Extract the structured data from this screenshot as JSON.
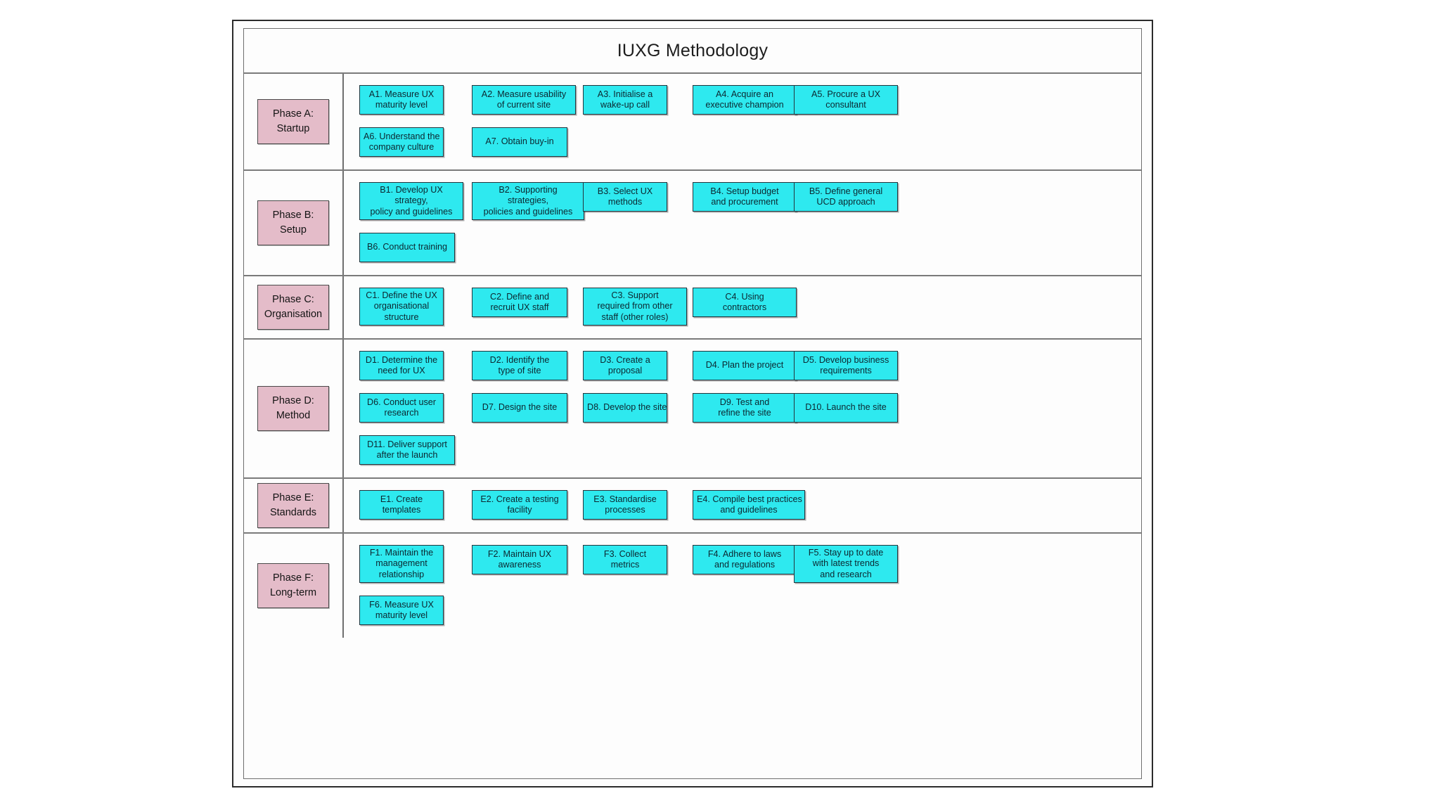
{
  "diagram": {
    "title": "IUXG Methodology",
    "colors": {
      "task_fill": "#2ee9ef",
      "phase_fill": "#e4bcc9",
      "border": "#24343c",
      "frame": "#2b2b2b",
      "page_background": "#ffffff"
    },
    "phases": [
      {
        "id": "A",
        "label_lines": [
          "Phase A:",
          "Startup"
        ],
        "rows": [
          [
            {
              "id": "A1",
              "lines": [
                "A1. Measure UX",
                "maturity level"
              ]
            },
            {
              "id": "A2",
              "lines": [
                "A2. Measure usability",
                "of current site"
              ]
            },
            {
              "id": "A3",
              "lines": [
                "A3. Initialise a",
                "wake-up call"
              ]
            },
            {
              "id": "A4",
              "lines": [
                "A4. Acquire an",
                "executive champion"
              ]
            },
            {
              "id": "A5",
              "lines": [
                "A5. Procure a UX",
                "consultant"
              ]
            }
          ],
          [
            {
              "id": "A6",
              "lines": [
                "A6. Understand the",
                "company culture"
              ]
            },
            {
              "id": "A7",
              "lines": [
                "A7. Obtain buy-in"
              ]
            }
          ]
        ]
      },
      {
        "id": "B",
        "label_lines": [
          "Phase B:",
          "Setup"
        ],
        "rows": [
          [
            {
              "id": "B1",
              "lines": [
                "B1. Develop UX",
                "strategy,",
                "policy and guidelines"
              ]
            },
            {
              "id": "B2",
              "lines": [
                "B2. Supporting",
                "strategies,",
                "policies and guidelines"
              ]
            },
            {
              "id": "B3",
              "lines": [
                "B3. Select UX",
                "methods"
              ]
            },
            {
              "id": "B4",
              "lines": [
                "B4. Setup budget",
                "and procurement"
              ]
            },
            {
              "id": "B5",
              "lines": [
                "B5. Define general",
                "UCD approach"
              ]
            }
          ],
          [
            {
              "id": "B6",
              "lines": [
                "B6. Conduct training"
              ]
            }
          ]
        ]
      },
      {
        "id": "C",
        "label_lines": [
          "Phase C:",
          "Organisation"
        ],
        "rows": [
          [
            {
              "id": "C1",
              "lines": [
                "C1. Define the UX",
                "organisational",
                "structure"
              ]
            },
            {
              "id": "C2",
              "lines": [
                "C2. Define and",
                "recruit UX staff"
              ]
            },
            {
              "id": "C3",
              "lines": [
                "C3. Support",
                "required from other",
                "staff (other roles)"
              ]
            },
            {
              "id": "C4",
              "lines": [
                "C4. Using",
                "contractors"
              ]
            }
          ]
        ]
      },
      {
        "id": "D",
        "label_lines": [
          "Phase D:",
          "Method"
        ],
        "rows": [
          [
            {
              "id": "D1",
              "lines": [
                "D1. Determine the",
                "need for UX"
              ]
            },
            {
              "id": "D2",
              "lines": [
                "D2. Identify the",
                "type of site"
              ]
            },
            {
              "id": "D3",
              "lines": [
                "D3. Create a",
                "proposal"
              ]
            },
            {
              "id": "D4",
              "lines": [
                "D4. Plan the project"
              ]
            },
            {
              "id": "D5",
              "lines": [
                "D5. Develop business",
                "requirements"
              ]
            }
          ],
          [
            {
              "id": "D6",
              "lines": [
                "D6. Conduct user",
                "research"
              ]
            },
            {
              "id": "D7",
              "lines": [
                "D7. Design the site"
              ]
            },
            {
              "id": "D8",
              "lines": [
                "D8. Develop the site"
              ]
            },
            {
              "id": "D9",
              "lines": [
                "D9. Test and",
                "refine the site"
              ]
            },
            {
              "id": "D10",
              "lines": [
                "D10. Launch the site"
              ]
            }
          ],
          [
            {
              "id": "D11",
              "lines": [
                "D11. Deliver support",
                "after the launch"
              ]
            }
          ]
        ]
      },
      {
        "id": "E",
        "label_lines": [
          "Phase E:",
          "Standards"
        ],
        "rows": [
          [
            {
              "id": "E1",
              "lines": [
                "E1. Create",
                "templates"
              ]
            },
            {
              "id": "E2",
              "lines": [
                "E2. Create a testing",
                "facility"
              ]
            },
            {
              "id": "E3",
              "lines": [
                "E3. Standardise",
                "processes"
              ]
            },
            {
              "id": "E4",
              "lines": [
                "E4. Compile best practices",
                "and guidelines"
              ]
            }
          ]
        ]
      },
      {
        "id": "F",
        "label_lines": [
          "Phase F:",
          "Long-term"
        ],
        "rows": [
          [
            {
              "id": "F1",
              "lines": [
                "F1. Maintain the",
                "management",
                "relationship"
              ]
            },
            {
              "id": "F2",
              "lines": [
                "F2. Maintain UX",
                "awareness"
              ]
            },
            {
              "id": "F3",
              "lines": [
                "F3. Collect",
                "metrics"
              ]
            },
            {
              "id": "F4",
              "lines": [
                "F4. Adhere to laws",
                "and regulations"
              ]
            },
            {
              "id": "F5",
              "lines": [
                "F5. Stay up to date",
                "with latest trends",
                "and research"
              ]
            }
          ],
          [
            {
              "id": "F6",
              "lines": [
                "F6. Measure UX",
                "maturity level"
              ]
            }
          ]
        ]
      }
    ]
  }
}
